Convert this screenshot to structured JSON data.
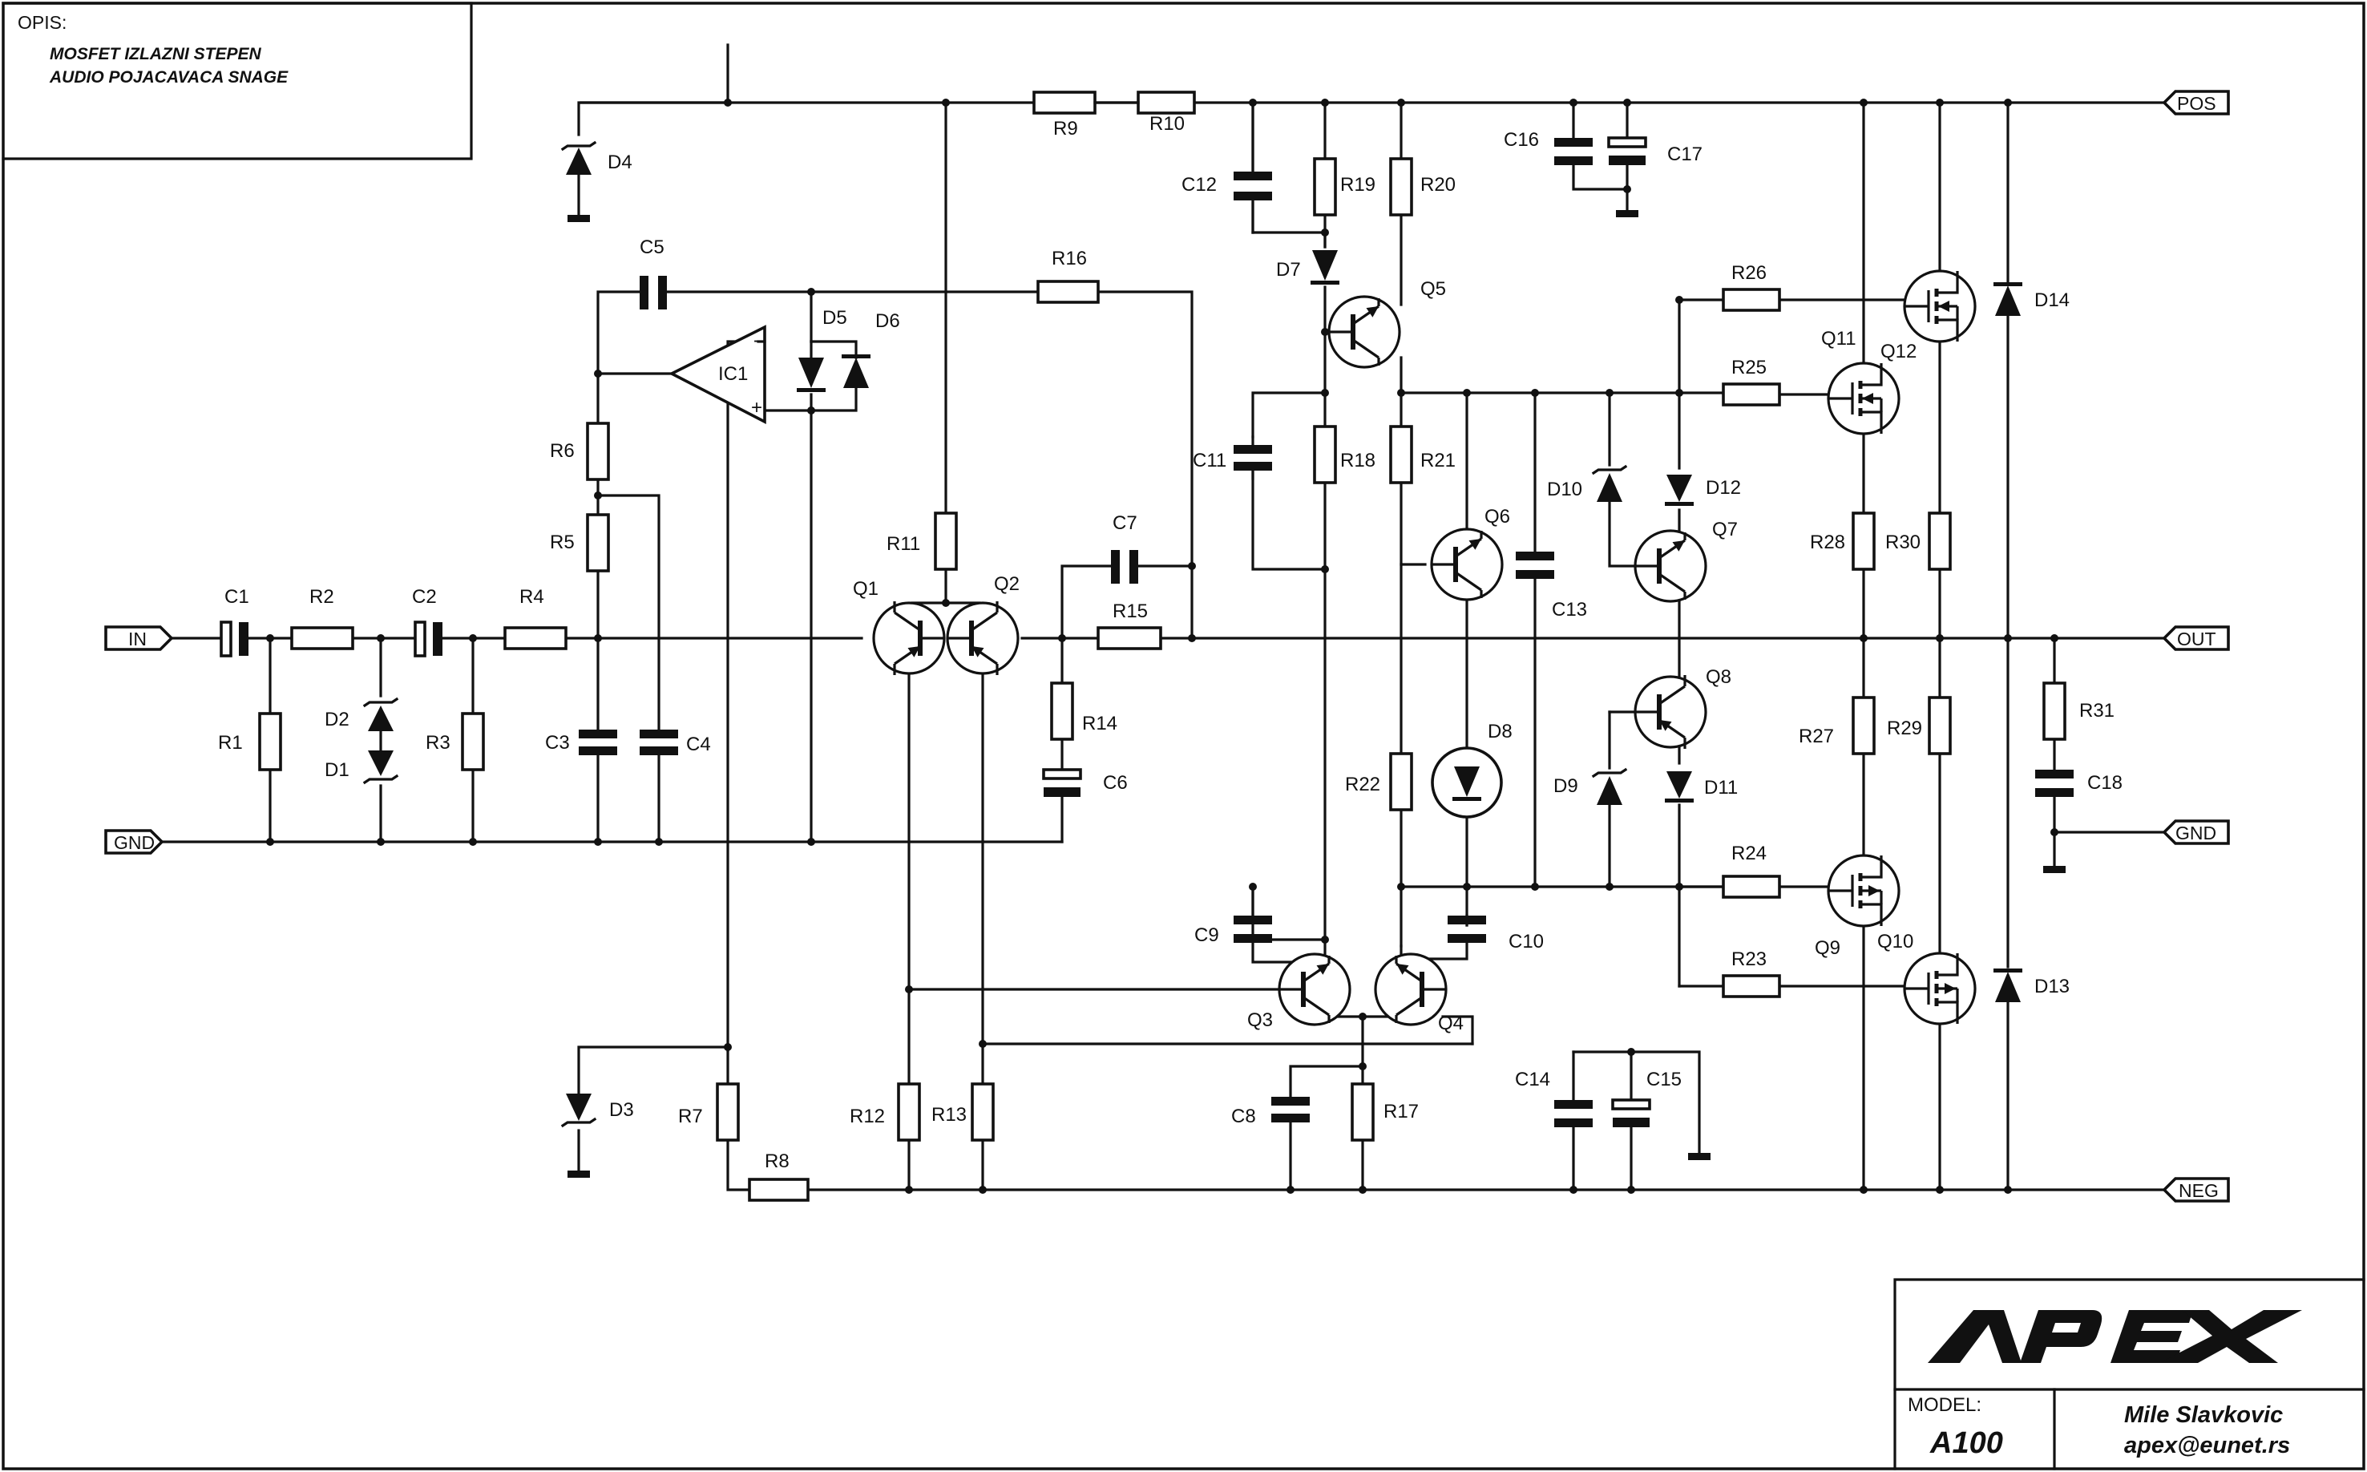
{
  "description": {
    "heading": "OPIS:",
    "line1": "MOSFET IZLAZNI STEPEN",
    "line2": "AUDIO POJACAVACA SNAGE"
  },
  "ports": {
    "in": "IN",
    "gnd_left": "GND",
    "pos": "POS",
    "out": "OUT",
    "gnd_right": "GND",
    "neg": "NEG"
  },
  "labels": {
    "C1": "C1",
    "C2": "C2",
    "C3": "C3",
    "C4": "C4",
    "C5": "C5",
    "C6": "C6",
    "C7": "C7",
    "C8": "C8",
    "C9": "C9",
    "C10": "C10",
    "C11": "C11",
    "C12": "C12",
    "C13": "C13",
    "C14": "C14",
    "C15": "C15",
    "C16": "C16",
    "C17": "C17",
    "C18": "C18",
    "R1": "R1",
    "R2": "R2",
    "R3": "R3",
    "R4": "R4",
    "R5": "R5",
    "R6": "R6",
    "R7": "R7",
    "R8": "R8",
    "R9": "R9",
    "R10": "R10",
    "R11": "R11",
    "R12": "R12",
    "R13": "R13",
    "R14": "R14",
    "R15": "R15",
    "R16": "R16",
    "R17": "R17",
    "R18": "R18",
    "R19": "R19",
    "R20": "R20",
    "R21": "R21",
    "R22": "R22",
    "R23": "R23",
    "R24": "R24",
    "R25": "R25",
    "R26": "R26",
    "R27": "R27",
    "R28": "R28",
    "R29": "R29",
    "R30": "R30",
    "R31": "R31",
    "D1": "D1",
    "D2": "D2",
    "D3": "D3",
    "D4": "D4",
    "D5": "D5",
    "D6": "D6",
    "D7": "D7",
    "D8": "D8",
    "D9": "D9",
    "D10": "D10",
    "D11": "D11",
    "D12": "D12",
    "D13": "D13",
    "D14": "D14",
    "Q1": "Q1",
    "Q2": "Q2",
    "Q3": "Q3",
    "Q4": "Q4",
    "Q5": "Q5",
    "Q6": "Q6",
    "Q7": "Q7",
    "Q8": "Q8",
    "Q9": "Q9",
    "Q10": "Q10",
    "Q11": "Q11",
    "Q12": "Q12",
    "IC1": "IC1",
    "IC1_minus": "-",
    "IC1_plus": "+"
  },
  "title_block": {
    "brand": "APEX",
    "model_label": "MODEL:",
    "model_value": "A100",
    "author": "Mile Slavkovic",
    "email": "apex@eunet.rs"
  }
}
